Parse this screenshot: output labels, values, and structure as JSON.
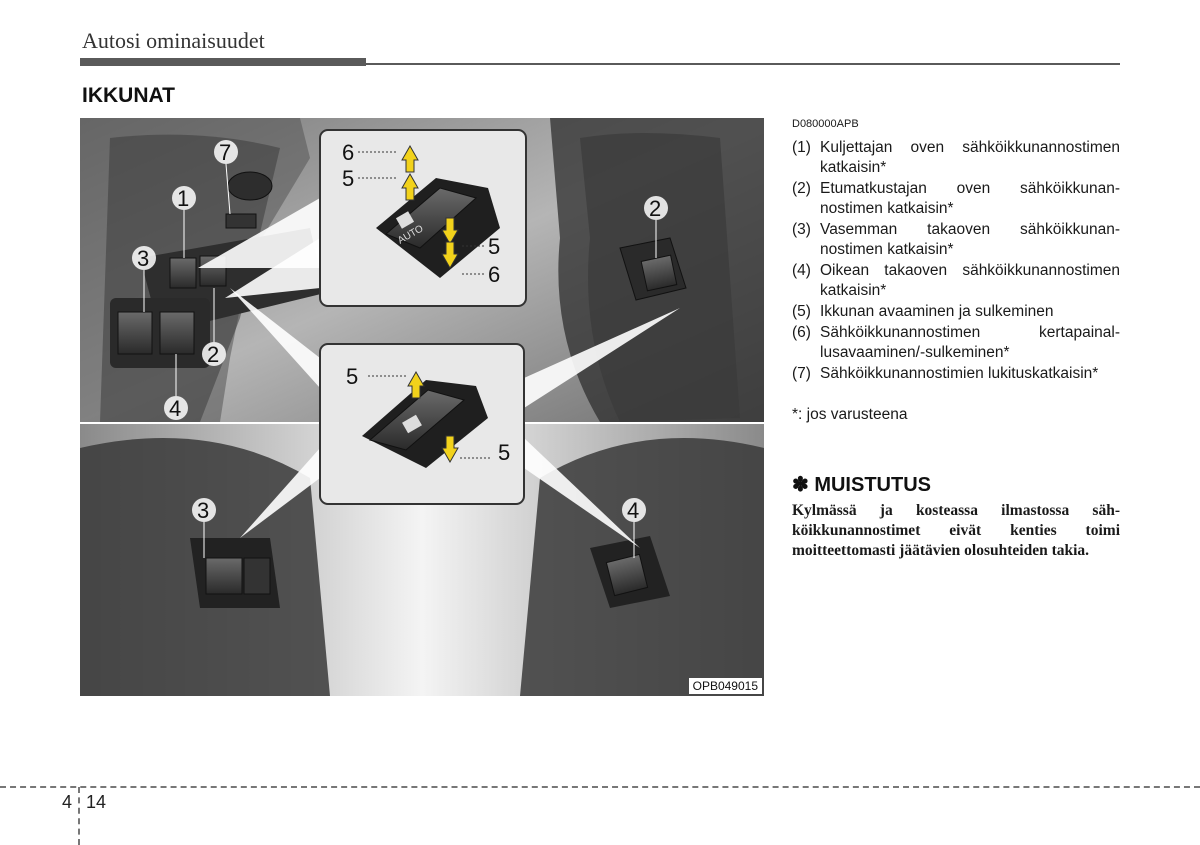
{
  "header": {
    "title": "Autosi ominaisuudet"
  },
  "section": {
    "title": "IKKUNAT"
  },
  "figure": {
    "code": "OPB049015",
    "callouts": {
      "c7": "7",
      "c1": "1",
      "c3_top": "3",
      "c2_top": "2",
      "c4_top": "4",
      "c2_right": "2",
      "c3_bottom": "3",
      "c4_bottom": "4",
      "i1_6a": "6",
      "i1_5a": "5",
      "i1_5b": "5",
      "i1_6b": "6",
      "i2_5a": "5",
      "i2_5b": "5"
    },
    "switch_label": "AUTO",
    "colors": {
      "arrow": "#f2d21b",
      "panel": "#e9e9e9",
      "trim": "#3a3a3a"
    }
  },
  "right": {
    "code": "D080000APB",
    "items": [
      {
        "num": "(1)",
        "text": "Kuljettajan oven sähköikkunannosti­men katkaisin*"
      },
      {
        "num": "(2)",
        "text": "Etumatkustajan oven sähköikkunan­nostimen katkaisin*"
      },
      {
        "num": "(3)",
        "text": "Vasemman takaoven sähköikkunan­nostimen katkaisin*"
      },
      {
        "num": "(4)",
        "text": "Oikean takaoven sähköikkunannosti­men katkaisin*"
      },
      {
        "num": "(5)",
        "text": "Ikkunan avaaminen ja sulkeminen"
      },
      {
        "num": "(6)",
        "text": "Sähköikkunannostimen kertapainal­lusavaaminen/-sulkeminen*"
      },
      {
        "num": "(7)",
        "text": "Sähköikkunannostimien lukituskat­kaisin*"
      }
    ],
    "footnote": "*: jos varusteena",
    "note": {
      "title": "✽ MUISTUTUS",
      "body": "Kylmässä ja kosteassa ilmastossa säh­köikkunannostimet eivät kenties toimi moitteettomasti jäätävien olosuhteiden takia."
    }
  },
  "footer": {
    "chapter": "4",
    "page": "14"
  }
}
